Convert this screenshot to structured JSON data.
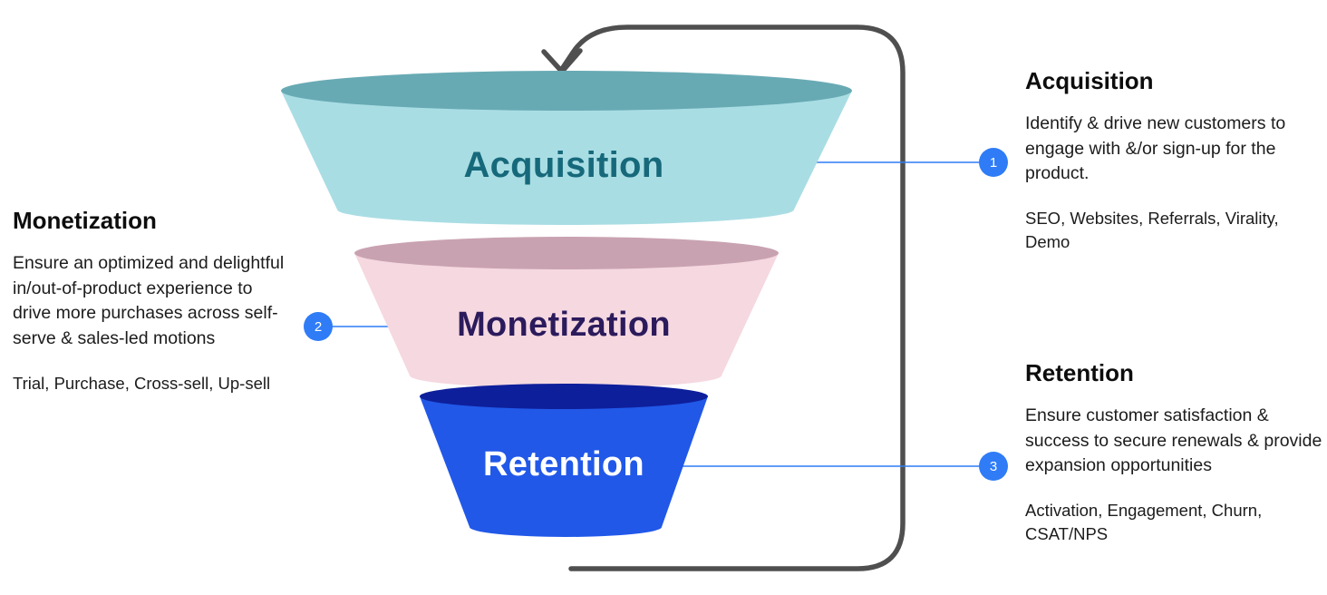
{
  "funnel": {
    "stages": [
      {
        "label": "Acquisition",
        "body_color": "#a9dde4",
        "rim_color": "#68aab4",
        "label_color": "#16697a"
      },
      {
        "label": "Monetization",
        "body_color": "#f5d8e0",
        "rim_color": "#c9a2b1",
        "label_color": "#2b1b5c"
      },
      {
        "label": "Retention",
        "body_color": "#2158e8",
        "rim_color": "#0e1f9b",
        "label_color": "#ffffff"
      }
    ]
  },
  "annotations": [
    {
      "number": "1",
      "title": "Acquisition",
      "description": "Identify & drive new customers to engage with &/or sign-up for the product.",
      "tags": "SEO, Websites, Referrals, Virality, Demo"
    },
    {
      "number": "2",
      "title": "Monetization",
      "description": "Ensure an optimized and delightful in/out-of-product experience to drive more purchases across self-serve & sales-led motions",
      "tags": "Trial, Purchase, Cross-sell, Up-sell"
    },
    {
      "number": "3",
      "title": "Retention",
      "description": "Ensure customer satisfaction & success to secure renewals & provide expansion opportunities",
      "tags": "Activation, Engagement, Churn, CSAT/NPS"
    }
  ],
  "colors": {
    "badge_fill": "#2f7cf6",
    "connector_line": "#2f7cf6",
    "loop_arrow": "#4f4f4f",
    "background": "#ffffff"
  }
}
